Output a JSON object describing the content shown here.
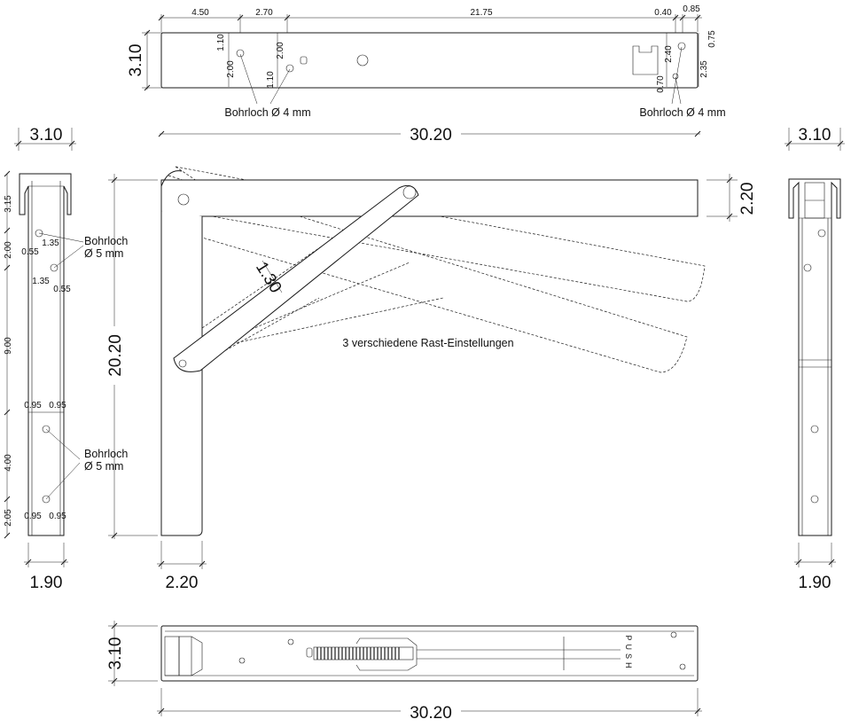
{
  "top": {
    "dims": {
      "d450": "4.50",
      "d270": "2.70",
      "d2175": "21.75",
      "d040": "0.40",
      "d085": "0.85",
      "d310": "3.10",
      "d110a": "1.10",
      "d200a": "2.00",
      "d200b": "2.00",
      "d110b": "1.10",
      "d240": "2.40",
      "d070": "0.70",
      "d075": "0.75",
      "d235": "2.35"
    },
    "label_left": "Bohrloch Ø 4 mm",
    "label_right": "Bohrloch Ø 4 mm"
  },
  "front": {
    "width": "30.20",
    "height": "20.20",
    "arm_height": "2.20",
    "leg_width": "2.20",
    "strut": "1.30",
    "note": "3 verschiedene Rast-Einstellungen"
  },
  "left": {
    "top_w": "3.10",
    "bottom_w": "1.90",
    "dims": {
      "d315": "3.15",
      "d200": "2.00",
      "d055a": "0.55",
      "d135a": "1.35",
      "d135b": "1.35",
      "d055b": "0.55",
      "d900": "9.00",
      "d095a": "0.95",
      "d095b": "0.95",
      "d400": "4.00",
      "d205": "2.05",
      "d095c": "0.95",
      "d095d": "0.95"
    },
    "label1_a": "Bohrloch",
    "label1_b": "Ø 5 mm",
    "label2_a": "Bohrloch",
    "label2_b": "Ø 5 mm"
  },
  "right": {
    "top_w": "3.10",
    "bottom_w": "1.90"
  },
  "bottom": {
    "height": "3.10",
    "width": "30.20",
    "push": "PUSH"
  }
}
